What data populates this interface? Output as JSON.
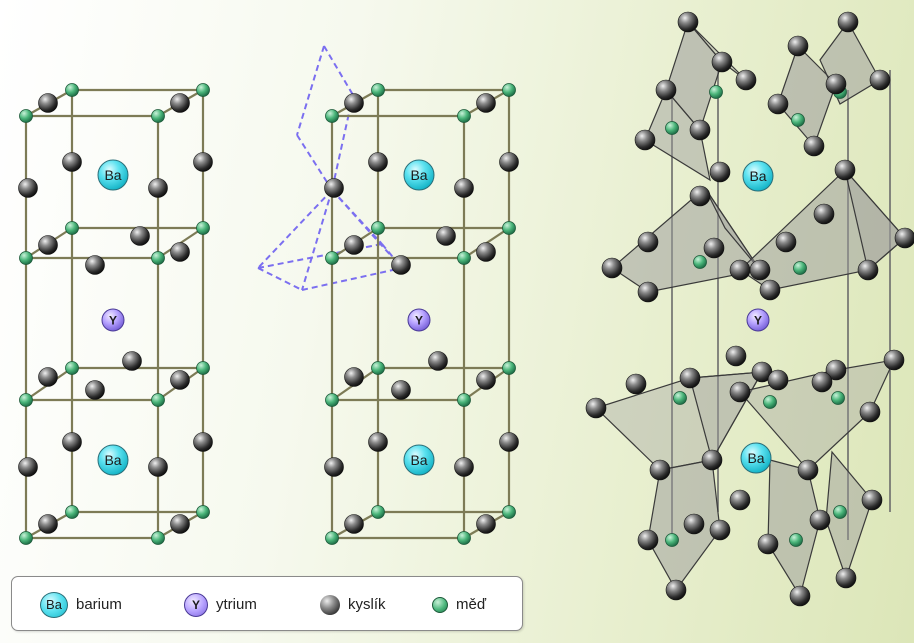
{
  "atoms": {
    "barium_symbol": "Ba",
    "yttrium_symbol": "Y"
  },
  "legend": {
    "items": [
      {
        "symbol": "Ba",
        "label": "barium",
        "kind": "barium"
      },
      {
        "symbol": "Y",
        "label": "ytrium",
        "kind": "yttrium"
      },
      {
        "symbol": "",
        "label": "kyslík",
        "kind": "oxygen"
      },
      {
        "symbol": "",
        "label": "měď",
        "kind": "copper"
      }
    ]
  },
  "colors": {
    "barium": "#3fd4e4",
    "yttrium": "#a893ff",
    "oxygen": "#4a4a4a",
    "copper": "#3aa56a",
    "bond": "#7d7b56",
    "polyhedron_guide": "#7b6ff0",
    "polyhedron_fill": "#9a9a9a"
  }
}
